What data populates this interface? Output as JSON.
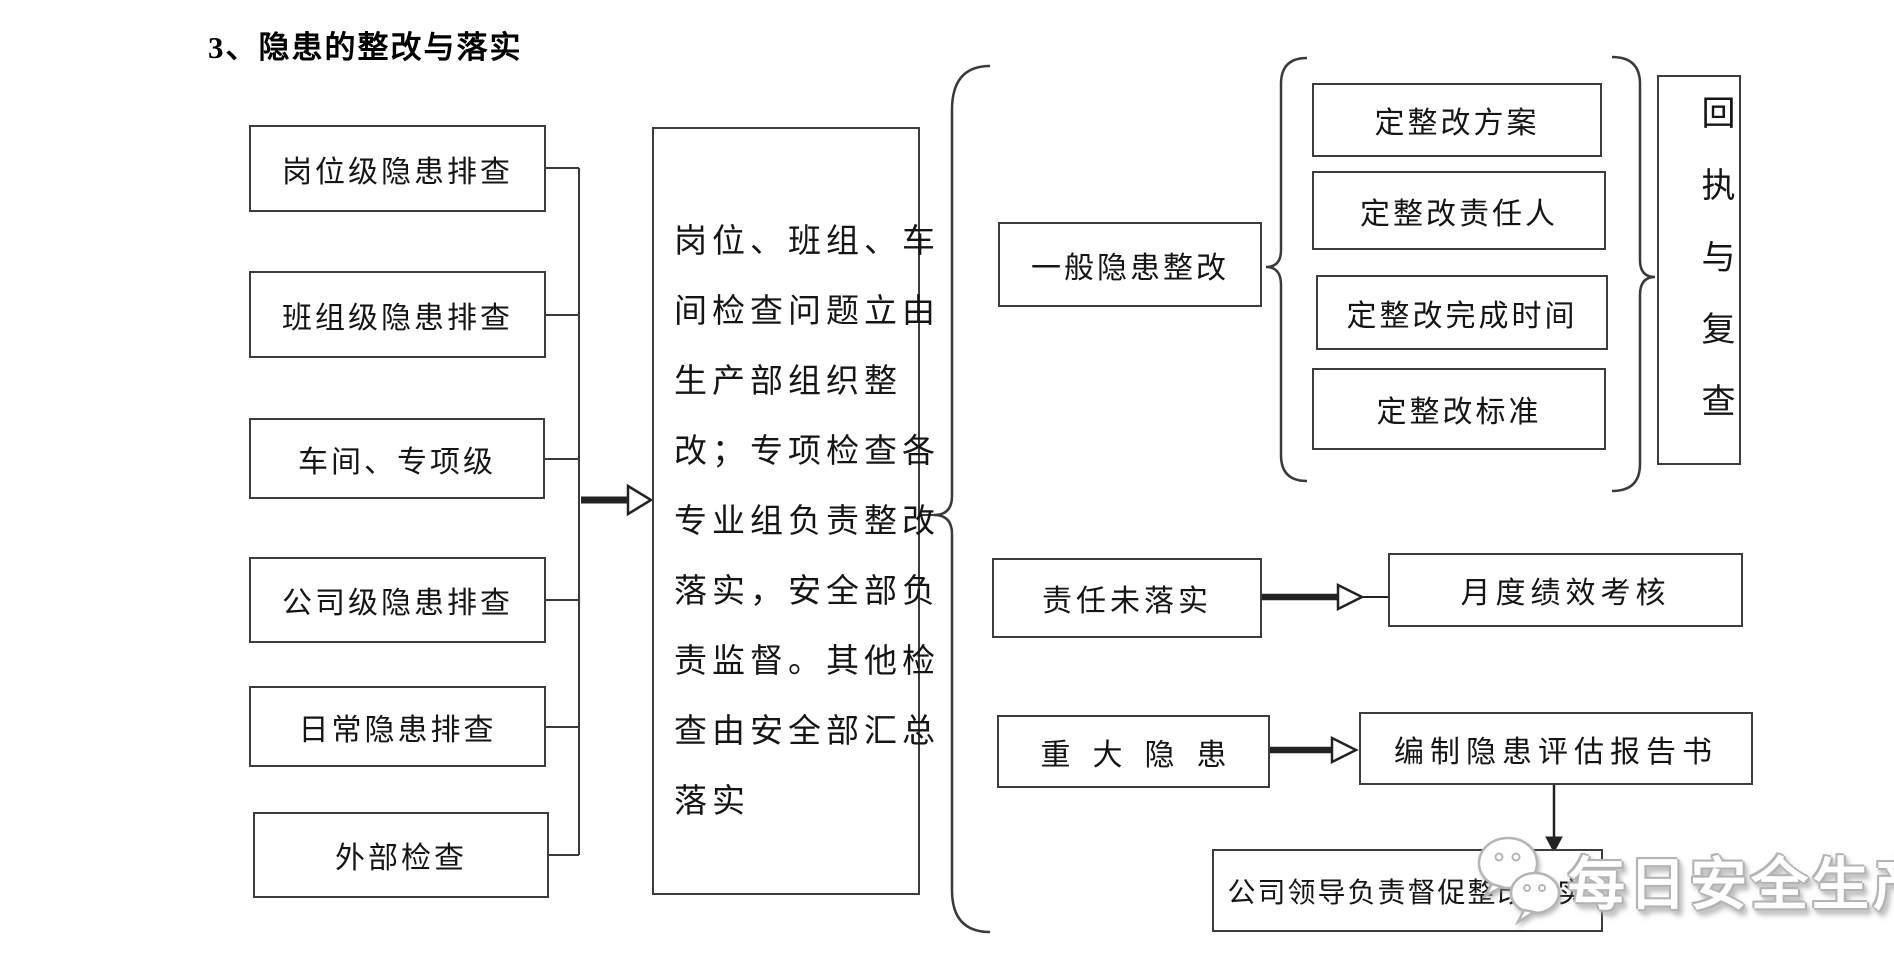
{
  "title": "3、隐患的整改与落实",
  "sources": [
    {
      "label": "岗位级隐患排查"
    },
    {
      "label": "班组级隐患排查"
    },
    {
      "label": "车间、专项级"
    },
    {
      "label": "公司级隐患排查"
    },
    {
      "label": "日常隐患排查"
    },
    {
      "label": "外部检查"
    }
  ],
  "process_box": {
    "full_text": "岗位、班组、车间检查问题立由生产部组织整改；专项检查各专业组负责整改落实，安全部负责监督。其他检查由安全部汇总落实",
    "lines": [
      "岗位、班组、车",
      "间检查问题立由",
      "生产部组织整",
      "改；专项检查各",
      "专业组负责整改",
      "落实，安全部负",
      "责监督。其他检",
      "查由安全部汇总",
      "落实"
    ]
  },
  "general_branch": {
    "label": "一般隐患整改",
    "measures": [
      {
        "label": "定整改方案"
      },
      {
        "label": "定整改责任人"
      },
      {
        "label": "定整改完成时间"
      },
      {
        "label": "定整改标准"
      }
    ],
    "result": "回执与复查"
  },
  "responsibility_branch": {
    "label": "责任未落实",
    "result": "月度绩效考核"
  },
  "major_branch": {
    "label": "重大隐患",
    "result": "编制隐患评估报告书",
    "followup": "公司领导负责督促整改落实"
  },
  "watermark": {
    "icon": "wechat-icon",
    "text": "每日安全生产"
  },
  "colors": {
    "line": "#3a3a3a",
    "background": "#ffffff",
    "watermark_fill": "#ffffff",
    "watermark_outline": "#b3b3b3"
  }
}
